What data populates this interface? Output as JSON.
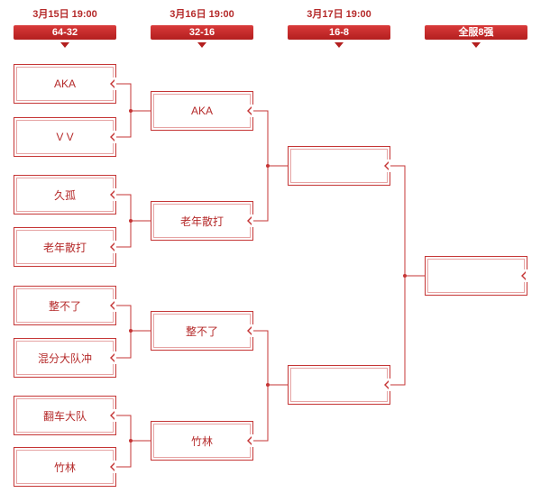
{
  "rounds": [
    {
      "date": "3月15日  19:00",
      "label": "64-32"
    },
    {
      "date": "3月16日  19:00",
      "label": "32-16"
    },
    {
      "date": "3月17日  19:00",
      "label": "16-8"
    },
    {
      "date": "",
      "label": "全服8强"
    }
  ],
  "bracket": {
    "r1": [
      "AKA",
      "V V",
      "久孤",
      "老年散打",
      "整不了",
      "混分大队冲",
      "翻车大队",
      "竹林"
    ],
    "r2": [
      "AKA",
      "老年散打",
      "整不了",
      "竹林"
    ],
    "r3": [
      "",
      ""
    ],
    "r4": [
      ""
    ]
  },
  "colors": {
    "accent": "#b31f1f",
    "border": "#c53535",
    "text": "#b52a2a"
  }
}
